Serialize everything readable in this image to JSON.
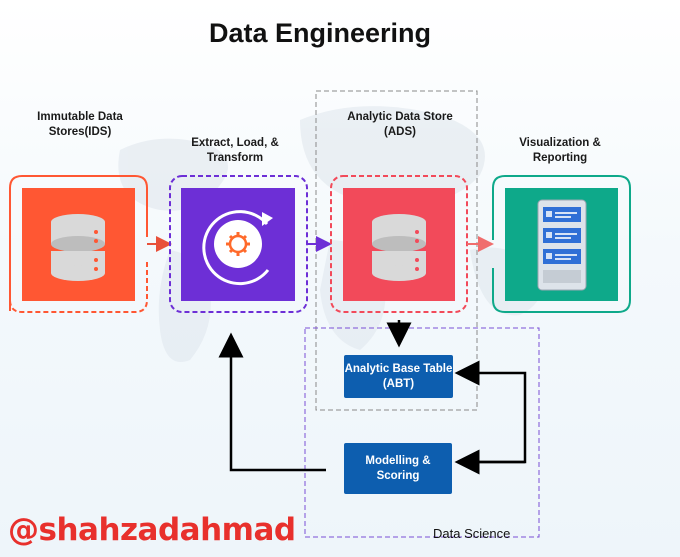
{
  "title": "Data Engineering",
  "stages": {
    "ids": {
      "label": "Immutable Data Stores(IDS)",
      "icon": "database-icon",
      "color": "#ff5733"
    },
    "elt": {
      "label": "Extract, Load, & Transform",
      "icon": "gear-cycle-icon",
      "color": "#6d2fd6"
    },
    "ads": {
      "label": "Analytic Data Store (ADS)",
      "icon": "database-icon",
      "color": "#f24a5a"
    },
    "viz": {
      "label": "Visualization & Reporting",
      "icon": "report-list-icon",
      "color": "#0ea98a"
    }
  },
  "data_science": {
    "label": "Data Science",
    "abt": "Analytic Base Table (ABT)",
    "modelling": "Modelling & Scoring"
  },
  "watermark": "@shahzadahmad"
}
